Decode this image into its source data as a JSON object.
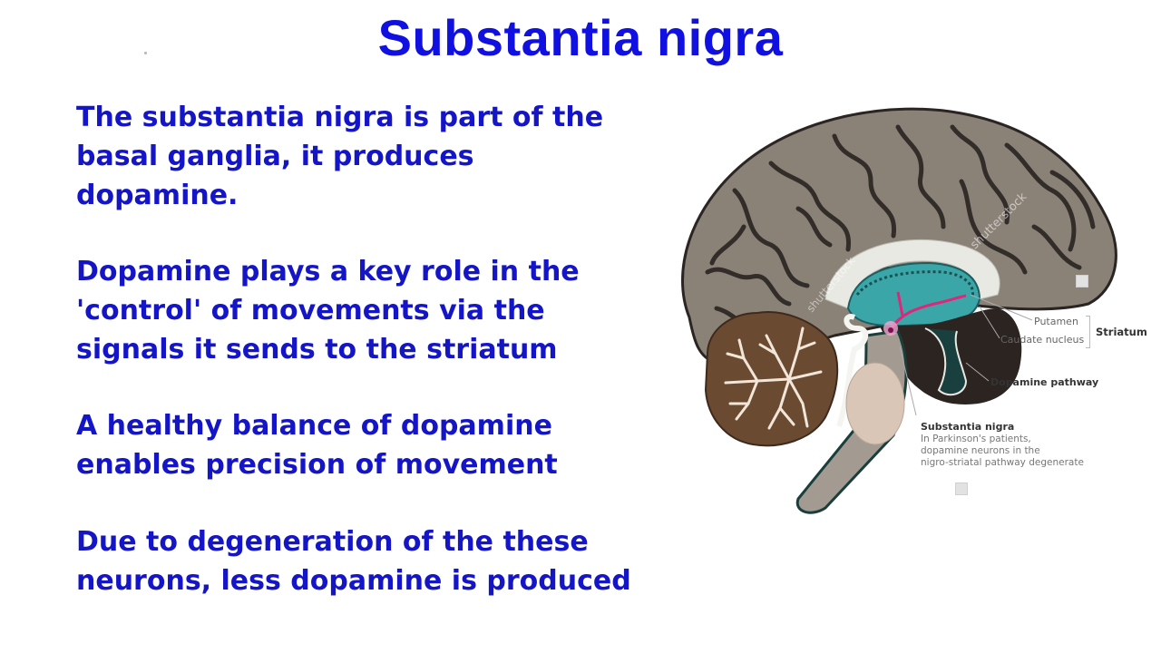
{
  "slide": {
    "title": "Substantia nigra",
    "paragraphs": [
      "The substantia nigra is part of the\nbasal ganglia, it produces\ndopamine.",
      "Dopamine plays a key role in the\n'control' of movements via the\nsignals it sends to the striatum",
      "A healthy balance of dopamine\nenables precision of movement",
      "Due to degeneration of the these\nneurons, less dopamine is produced"
    ],
    "colors": {
      "title": "#1010e0",
      "body": "#1515c8",
      "background": "#ffffff"
    }
  },
  "figure": {
    "description": "Sagittal section of human brain showing nigrostriatal dopamine pathway",
    "labels": {
      "putamen": "Putamen",
      "caudate": "Caudate nucleus",
      "striatum": "Striatum",
      "dopamine_pathway": "Dopamine pathway",
      "substantia_nigra_title": "Substantia nigra",
      "substantia_nigra_desc": "In Parkinson's patients,\ndopamine neurons in the\nnigro-striatal pathway degenerate"
    },
    "watermark": "shutterstock",
    "colors": {
      "cortex": "#8a8177",
      "sulci": "#2a2522",
      "cerebellum": "#6b4a32",
      "arbor_vitae": "#f2e6d8",
      "ventricle": "#3aa6a8",
      "corpus_callosum": "#e9e9e4",
      "midbrain_dark": "#2b2420",
      "brainstem": "#a39b91",
      "pons": "#d9c6b6",
      "pathway": "#e0257a"
    }
  }
}
